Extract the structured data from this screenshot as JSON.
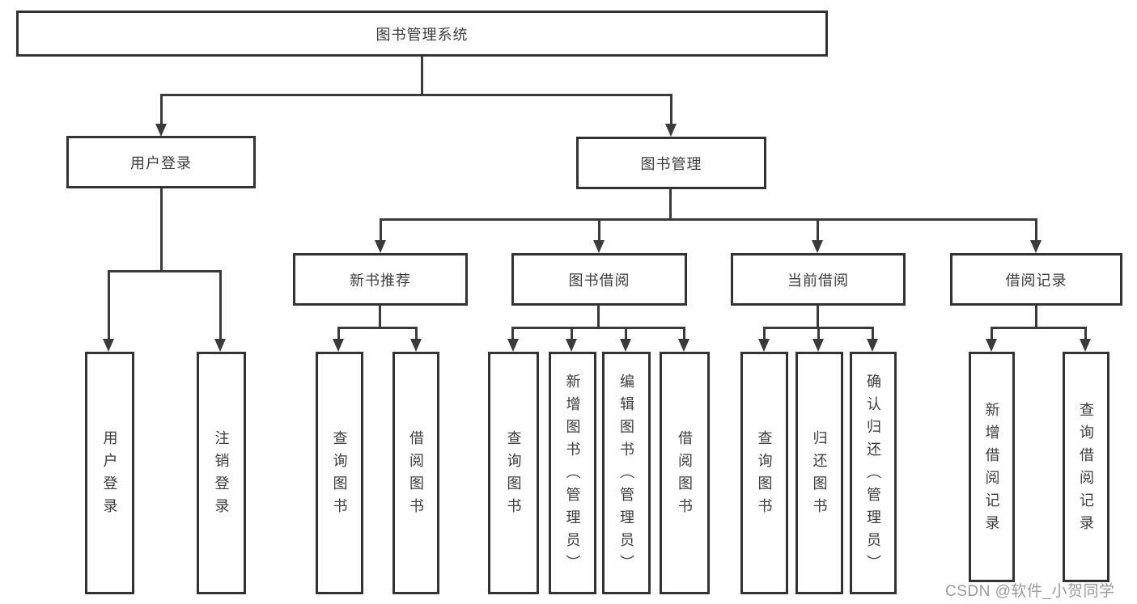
{
  "tree": {
    "label": "图书管理系统",
    "children": [
      {
        "label": "用户登录",
        "children": [
          {
            "label": "用户登录"
          },
          {
            "label": "注销登录"
          }
        ]
      },
      {
        "label": "图书管理",
        "children": [
          {
            "label": "新书推荐",
            "children": [
              {
                "label": "查询图书"
              },
              {
                "label": "借阅图书"
              }
            ]
          },
          {
            "label": "图书借阅",
            "children": [
              {
                "label": "查询图书"
              },
              {
                "label": "新增图书（管理员）"
              },
              {
                "label": "编辑图书（管理员）"
              },
              {
                "label": "借阅图书"
              }
            ]
          },
          {
            "label": "当前借阅",
            "children": [
              {
                "label": "查询图书"
              },
              {
                "label": "归还图书"
              },
              {
                "label": "确认归还（管理员）"
              }
            ]
          },
          {
            "label": "借阅记录",
            "children": [
              {
                "label": "新增借阅记录"
              },
              {
                "label": "查询借阅记录"
              }
            ]
          }
        ]
      }
    ]
  },
  "watermark": {
    "text": "CSDN @软件_小贺同学"
  },
  "colors": {
    "line": "#3a3a3a",
    "border": "#333333",
    "text": "#3d3d3d",
    "background": "#ffffff",
    "watermark": "#9b9b9b"
  }
}
